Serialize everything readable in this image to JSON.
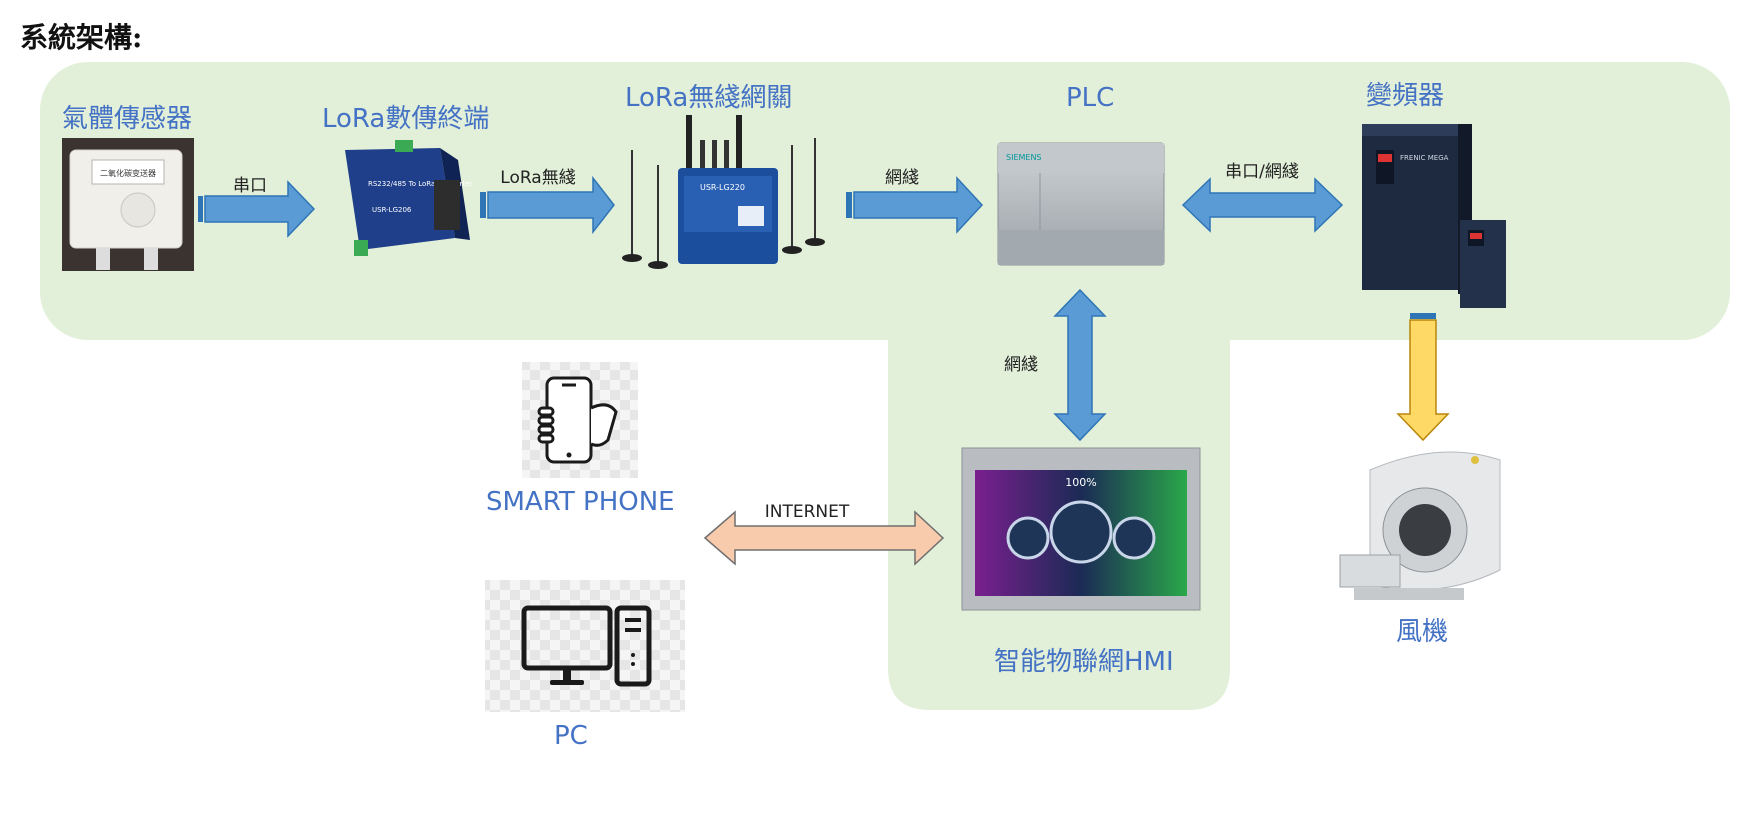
{
  "page_title": "系統架構:",
  "nodes": {
    "gas_sensor": {
      "label": "氣體傳感器",
      "device_text": "二氧化碳变送器"
    },
    "lora_terminal": {
      "label": "LoRa數傳終端",
      "device_text": "RS232/485 To LoRa Converter",
      "model": "USR-LG206"
    },
    "lora_gateway": {
      "label": "LoRa無綫網關",
      "model": "USR-LG220"
    },
    "plc": {
      "label": "PLC",
      "brand": "SIEMENS"
    },
    "inverter": {
      "label": "變頻器",
      "brand": "FRENIC MEGA"
    },
    "fan": {
      "label": "風機"
    },
    "hmi": {
      "label": "智能物聯網HMI",
      "screen_reading": "100%"
    },
    "smart_phone": {
      "label": "SMART PHONE"
    },
    "pc": {
      "label": "PC"
    }
  },
  "links": {
    "sensor_to_terminal": "串口",
    "terminal_to_gateway": "LoRa無綫",
    "gateway_to_plc": "網綫",
    "plc_inverter": "串口/網綫",
    "plc_hmi": "網綫",
    "internet": "INTERNET"
  },
  "colors": {
    "panel": "#e2efd9",
    "arrow_blue": "#5b9bd5",
    "arrow_blue_dark": "#2e75b6",
    "arrow_yellow": "#ffd966",
    "arrow_peach": "#f8cbad",
    "label_blue": "#4472c4"
  }
}
